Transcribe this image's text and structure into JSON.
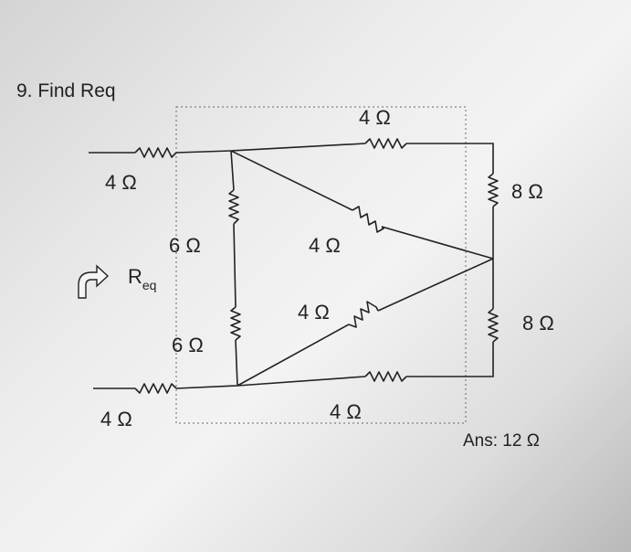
{
  "problem": {
    "title": "9. Find Req",
    "answer": "Ans: 12 Ω"
  },
  "req_label": {
    "base": "R",
    "subscript": "eq"
  },
  "resistors": {
    "input_top": "4 Ω",
    "input_bottom": "4 Ω",
    "top": "4 Ω",
    "right_top": "8 Ω",
    "right_bottom": "8 Ω",
    "left_top": "6 Ω",
    "left_bottom": "6 Ω",
    "diag_upper": "4 Ω",
    "diag_lower": "4 Ω",
    "bottom": "4 Ω"
  },
  "colors": {
    "ink": "#222222",
    "paper": "#ececec"
  }
}
